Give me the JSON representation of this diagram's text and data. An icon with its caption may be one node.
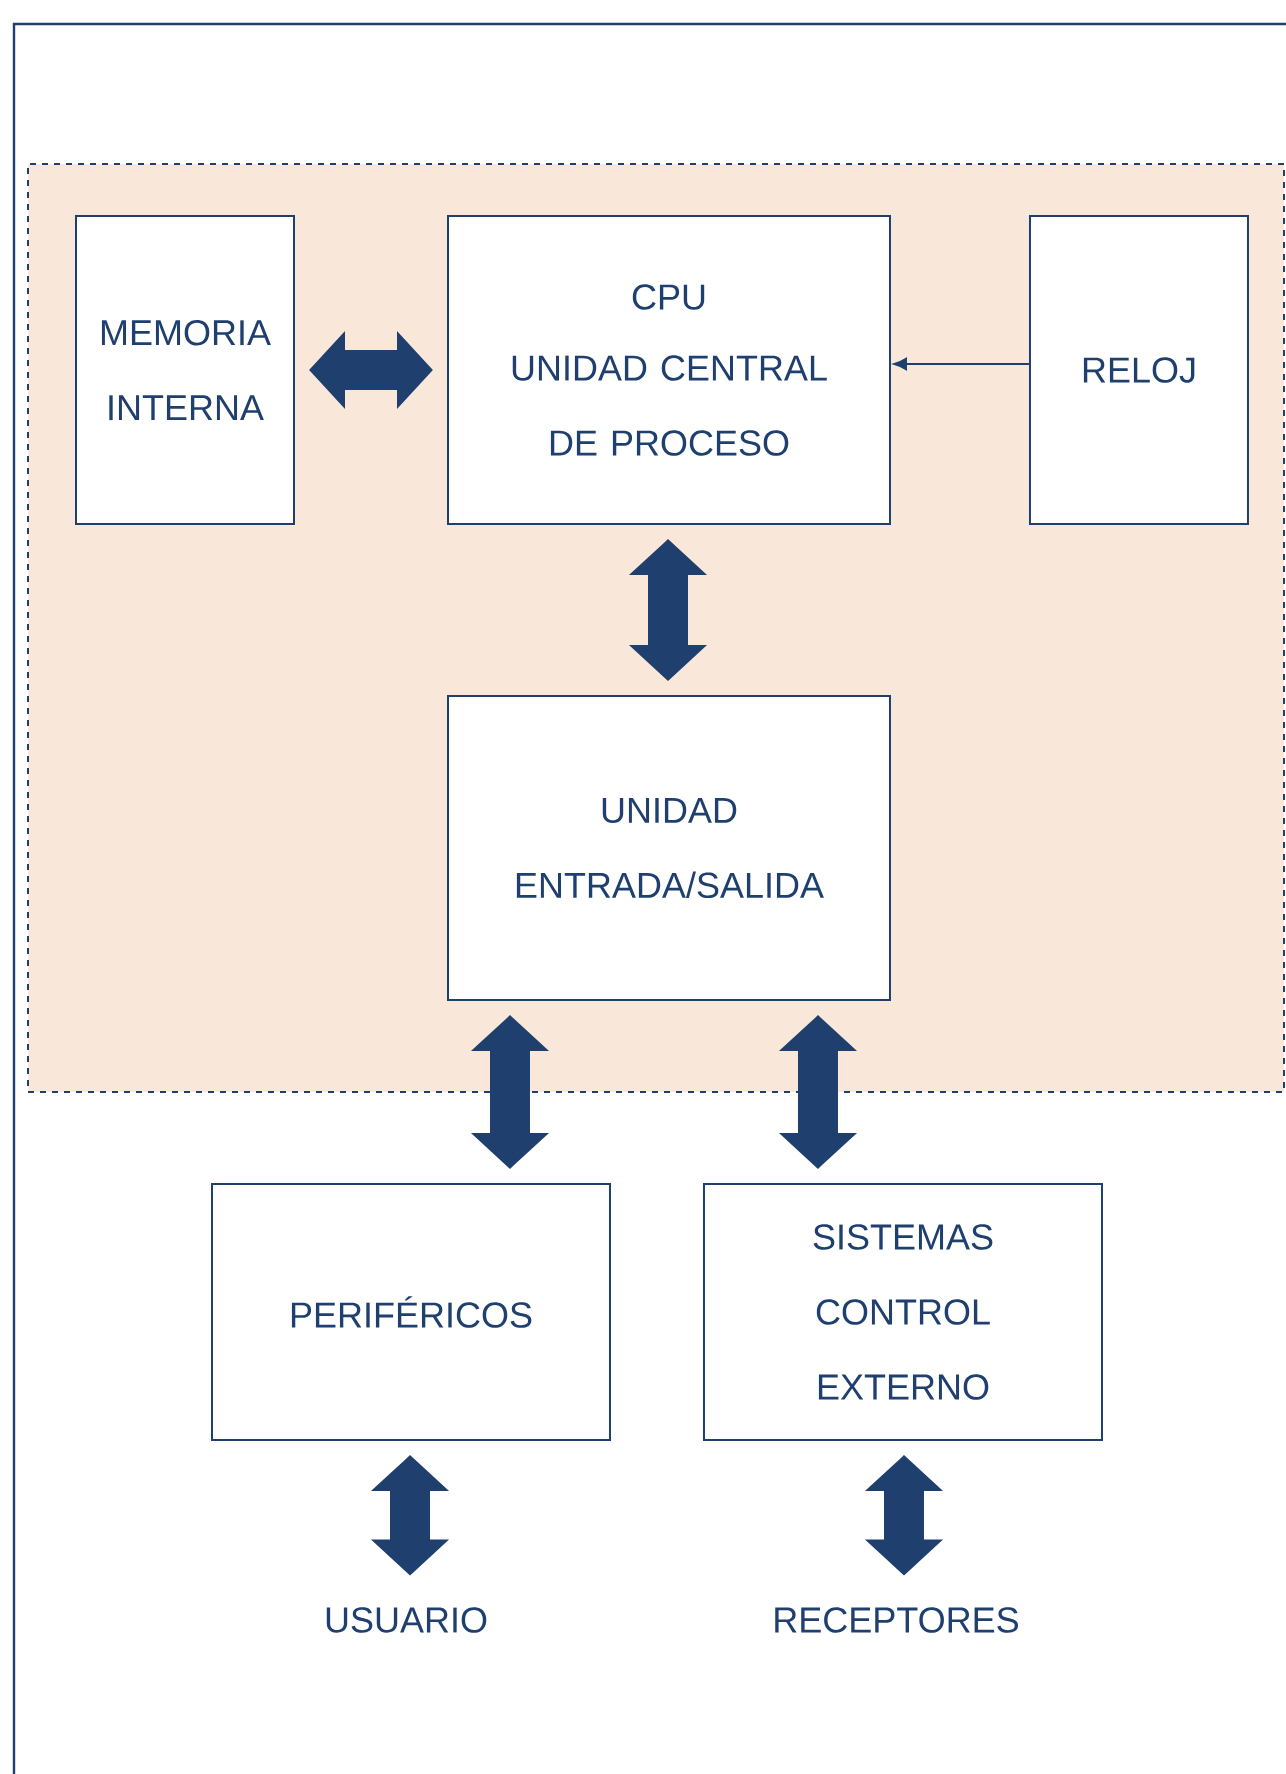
{
  "diagram": {
    "nodes": [
      {
        "text": [],
        "shape": "box"
      },
      {
        "text": [
          "MEMORIA INTERNA"
        ],
        "in": 0
      },
      {
        "text": [
          "CPU",
          "UNIDAD CENTRAL DE PROCESO"
        ],
        "in": 0
      },
      {
        "text": [
          "RELOJ"
        ],
        "in": 0
      },
      {
        "text": [
          "UNIDAD ENTRADA/SALIDA"
        ],
        "in": 0
      },
      {
        "text": [
          "PERIFÉRICOS"
        ]
      },
      {
        "text": [
          "SISTEMAS CONTROL EXTERNO"
        ]
      },
      {
        "text": [
          "USUARIO"
        ]
      },
      {
        "text": [
          "RECEPTORES"
        ]
      }
    ],
    "edges": [
      {
        "from": 1,
        "to": 2,
        "arrow": "both"
      },
      {
        "from": 3,
        "to": 2,
        "arrow": "to"
      },
      {
        "from": 2,
        "to": 4,
        "arrow": "both"
      },
      {
        "from": 4,
        "to": 5,
        "arrow": "both"
      },
      {
        "from": 4,
        "to": 6,
        "arrow": "both"
      },
      {
        "from": 5,
        "to": 7,
        "arrow": "both"
      },
      {
        "from": 6,
        "to": 8,
        "arrow": "both"
      }
    ]
  }
}
